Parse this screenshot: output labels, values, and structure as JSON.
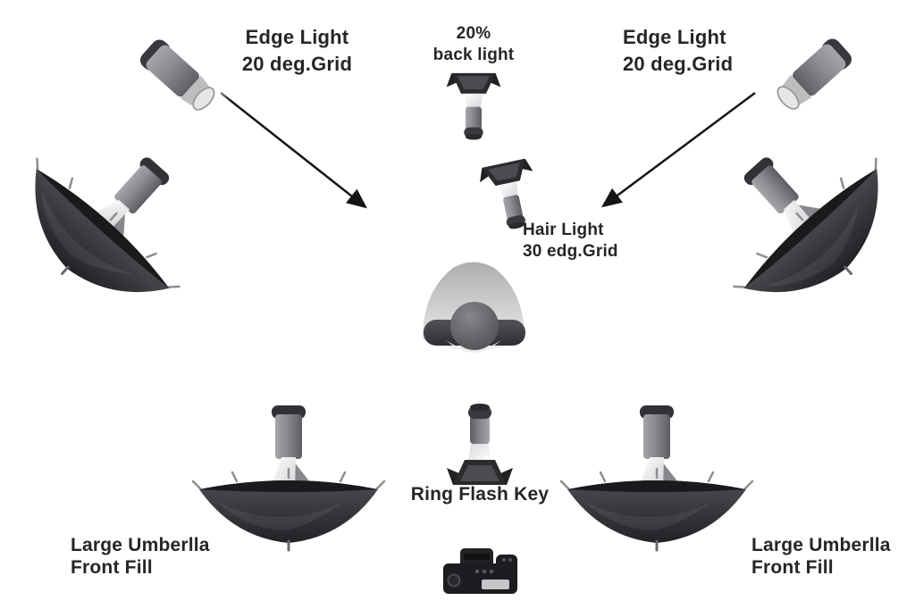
{
  "diagram": {
    "type": "studio-lighting-setup",
    "labels": {
      "edge_light_left": {
        "line1": "Edge Light",
        "line2": "20 deg.Grid"
      },
      "back_light": {
        "line1": "20%",
        "line2": "back light"
      },
      "edge_light_right": {
        "line1": "Edge Light",
        "line2": "20 deg.Grid"
      },
      "hair_light": {
        "line1": "Hair Light",
        "line2": "30 edg.Grid"
      },
      "ring_flash_key": {
        "line1": "Ring Flash Key"
      },
      "front_fill_left": {
        "line1": "Large Umberlla",
        "line2": "Front Fill"
      },
      "front_fill_right": {
        "line1": "Large Umberlla",
        "line2": "Front Fill"
      }
    },
    "equipment_icons": [
      "edge-light-strobe-left",
      "edge-light-strobe-right",
      "back-light-strobe",
      "hair-light-strobe",
      "umbrella-light-top-left",
      "umbrella-light-top-right",
      "umbrella-light-bottom-left",
      "umbrella-light-bottom-right",
      "ring-flash-strobe",
      "subject-person",
      "camera"
    ],
    "colors": {
      "background": "#ffffff",
      "text": "#262626",
      "arrow": "#151515",
      "equipment_dark": "#2b2b2e",
      "equipment_mid": "#85858a",
      "umbrella": "#3a3a3e"
    }
  }
}
